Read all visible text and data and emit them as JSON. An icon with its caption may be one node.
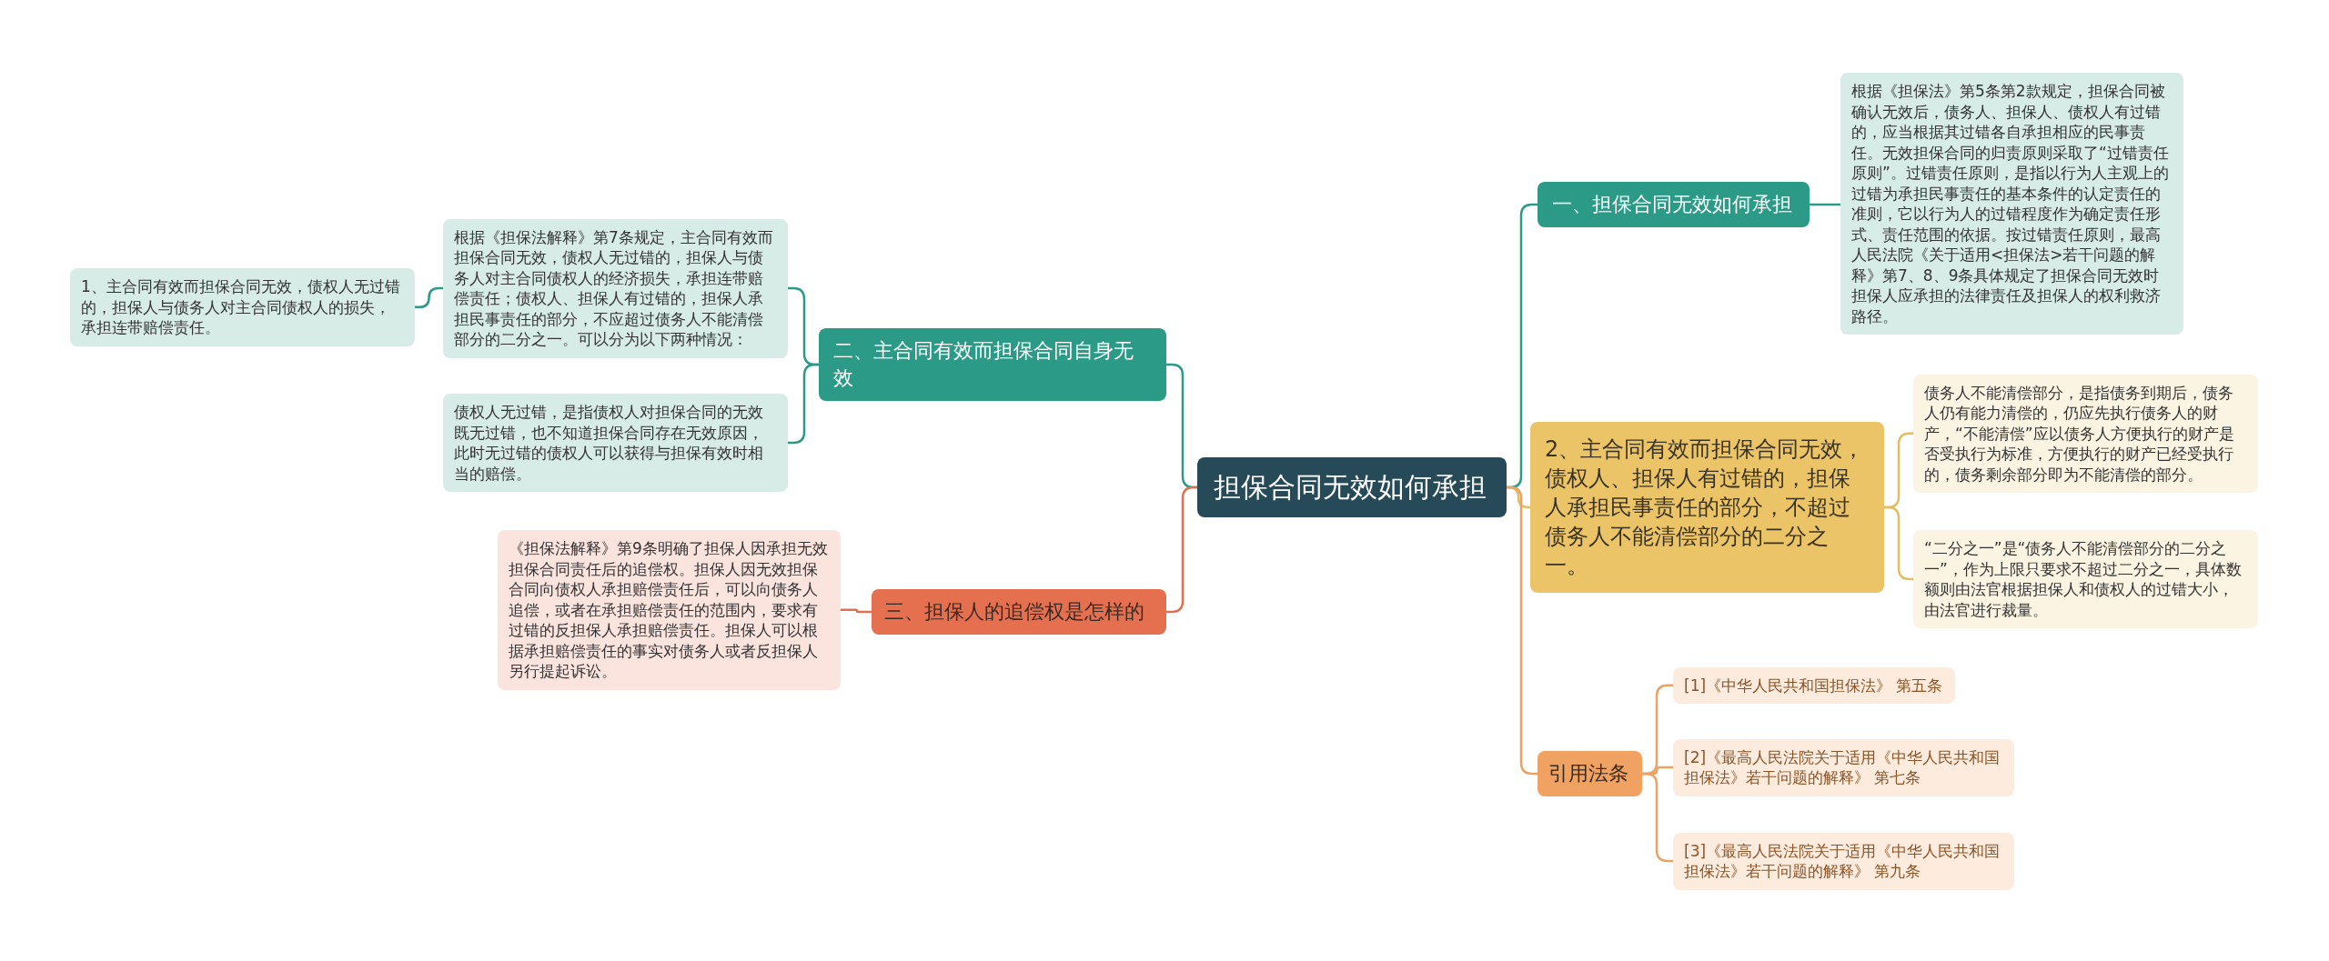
{
  "diagram": {
    "nodes": [
      {
        "text": [
          "担保合同无效如何承担"
        ]
      },
      {
        "text": [
          "二、主合同有效而担保合同自身无效"
        ]
      },
      {
        "text": [
          "根据《担保法解释》第7条规定，主合同有效而担保合同无效，债权人无过错的，担保人与债务人对主合同债权人的经济损失，承担连带赔偿责任；债权人、担保人有过错的，担保人承担民事责任的部分，不应超过债务人不能清偿部分的二分之一。可以分为以下两种情况："
        ]
      },
      {
        "text": [
          "1、主合同有效而担保合同无效，债权人无过错的，担保人与债务人对主合同债权人的损失，承担连带赔偿责任。"
        ]
      },
      {
        "text": [
          "债权人无过错，是指债权人对担保合同的无效既无过错，也不知道担保合同存在无效原因，此时无过错的债权人可以获得与担保有效时相当的赔偿。"
        ]
      },
      {
        "text": [
          "三、担保人的追偿权是怎样的"
        ]
      },
      {
        "text": [
          "《担保法解释》第9条明确了担保人因承担无效担保合同责任后的追偿权。担保人因无效担保合同向债权人承担赔偿责任后，可以向债务人追偿，或者在承担赔偿责任的范围内，要求有过错的反担保人承担赔偿责任。担保人可以根据承担赔偿责任的事实对债务人或者反担保人另行提起诉讼。"
        ]
      },
      {
        "text": [
          "一、担保合同无效如何承担"
        ]
      },
      {
        "text": [
          "根据《担保法》第5条第2款规定，担保合同被确认无效后，债务人、担保人、债权人有过错的，应当根据其过错各自承担相应的民事责任。无效担保合同的归责原则采取了“过错责任原则”。过错责任原则，是指以行为人主观上的过错为承担民事责任的基本条件的认定责任的准则，它以行为人的过错程度作为确定责任形式、责任范围的依据。按过错责任原则，最高人民法院《关于适用<担保法>若干问题的解释》第7、8、9条具体规定了担保合同无效时担保人应承担的法律责任及担保人的权利救济路径。"
        ]
      },
      {
        "text": [
          "2、主合同有效而担保合同无效，债权人、担保人有过错的，担保人承担民事责任的部分，不超过债务人不能清偿部分的二分之一。"
        ]
      },
      {
        "text": [
          "债务人不能清偿部分，是指债务到期后，债务人仍有能力清偿的，仍应先执行债务人的财产，“不能清偿”应以债务人方便执行的财产是否受执行为标准，方便执行的财产已经受执行的，债务剩余部分即为不能清偿的部分。"
        ]
      },
      {
        "text": [
          "“二分之一”是“债务人不能清偿部分的二分之一”，作为上限只要求不超过二分之一，具体数额则由法官根据担保人和债权人的过错大小，由法官进行裁量。"
        ]
      },
      {
        "text": [
          "引用法条"
        ]
      },
      {
        "text": [
          "[1]《中华人民共和国担保法》 第五条"
        ]
      },
      {
        "text": [
          "[2]《最高人民法院关于适用《中华人民共和国担保法》若干问题的解释》 第七条"
        ]
      },
      {
        "text": [
          "[3]《最高人民法院关于适用《中华人民共和国担保法》若干问题的解释》 第九条"
        ]
      }
    ],
    "edges": [
      {
        "from": 0,
        "to": 1,
        "arrow": "none"
      },
      {
        "from": 1,
        "to": 2,
        "arrow": "none"
      },
      {
        "from": 2,
        "to": 3,
        "arrow": "none"
      },
      {
        "from": 1,
        "to": 4,
        "arrow": "none"
      },
      {
        "from": 0,
        "to": 5,
        "arrow": "none",
        "color": "#e07050"
      },
      {
        "from": 5,
        "to": 6,
        "arrow": "none",
        "color": "#e07050"
      },
      {
        "from": 0,
        "to": 7,
        "arrow": "none"
      },
      {
        "from": 7,
        "to": 8,
        "arrow": "none"
      },
      {
        "from": 0,
        "to": 9,
        "arrow": "none",
        "color": "#e2bd62"
      },
      {
        "from": 9,
        "to": 10,
        "arrow": "none",
        "color": "#e2bd62"
      },
      {
        "from": 9,
        "to": 11,
        "arrow": "none",
        "color": "#e2bd62"
      },
      {
        "from": 0,
        "to": 12,
        "arrow": "none",
        "color": "#eba262"
      },
      {
        "from": 12,
        "to": 13,
        "arrow": "none",
        "color": "#eba262"
      },
      {
        "from": 12,
        "to": 14,
        "arrow": "none",
        "color": "#eba262"
      },
      {
        "from": 12,
        "to": 15,
        "arrow": "none",
        "color": "#eba262"
      }
    ]
  }
}
